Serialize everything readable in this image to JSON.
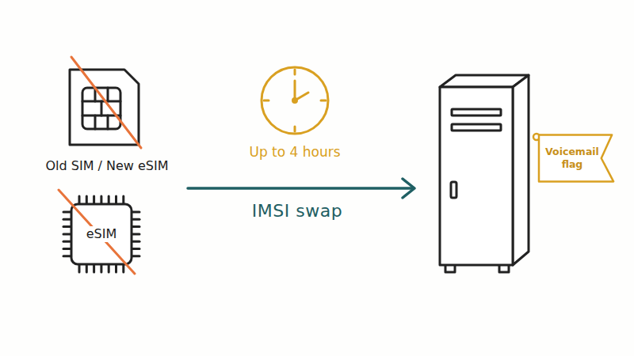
{
  "diagram": {
    "nodes": [
      {
        "text": [
          "Old SIM / New eSIM"
        ]
      },
      {
        "text": [
          "eSIM"
        ]
      },
      {
        "text": [
          "Up to 4 hours"
        ]
      },
      {
        "text": [
          "Voicemail flag"
        ]
      }
    ],
    "labels": [
      "IMSI swap"
    ]
  }
}
